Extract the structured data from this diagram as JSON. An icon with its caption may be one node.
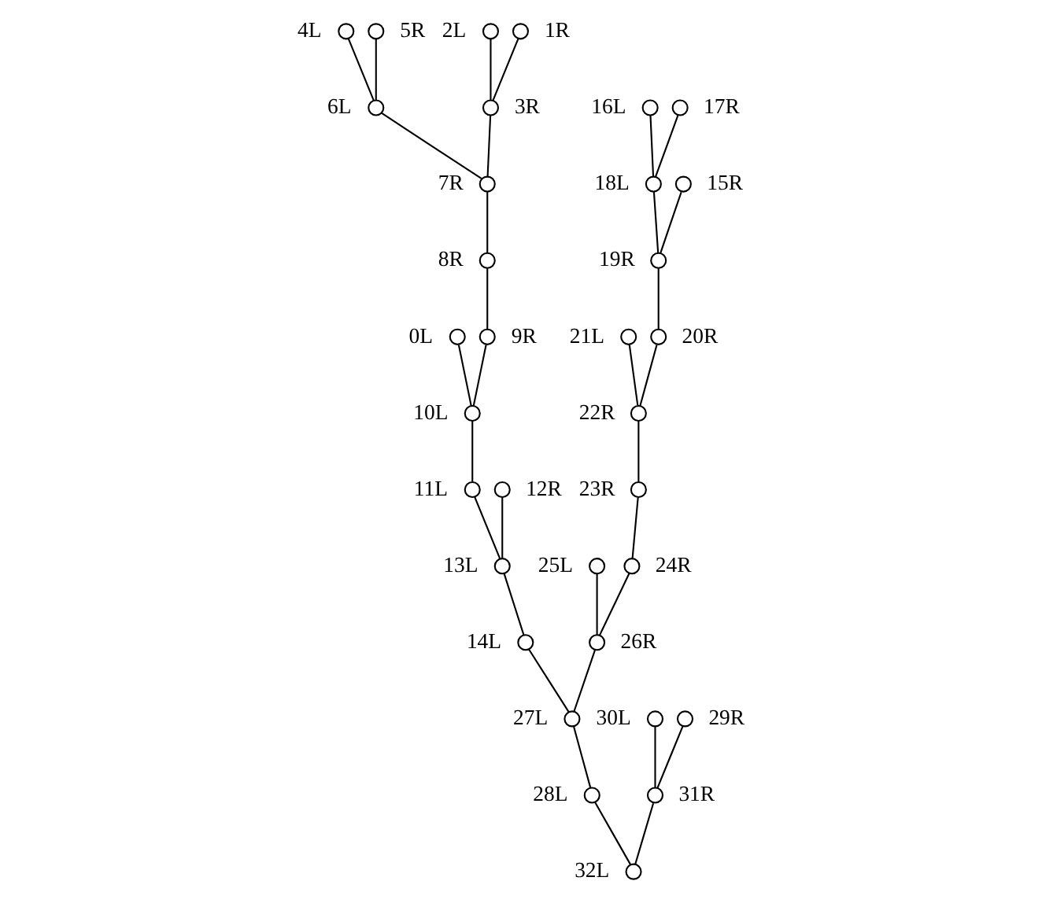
{
  "diagram": {
    "nodes": [
      {
        "text": [],
        "shape": "circle",
        "beside": [
          "0L"
        ]
      },
      {
        "text": [],
        "shape": "circle",
        "beside": [
          "1R"
        ]
      },
      {
        "text": [],
        "shape": "circle",
        "beside": [
          "2L"
        ]
      },
      {
        "text": [],
        "shape": "circle",
        "beside": [
          "3R"
        ]
      },
      {
        "text": [],
        "shape": "circle",
        "beside": [
          "4L"
        ]
      },
      {
        "text": [],
        "shape": "circle",
        "beside": [
          "5R"
        ]
      },
      {
        "text": [],
        "shape": "circle",
        "beside": [
          "6L"
        ]
      },
      {
        "text": [],
        "shape": "circle",
        "beside": [
          "7R"
        ]
      },
      {
        "text": [],
        "shape": "circle",
        "beside": [
          "8R"
        ]
      },
      {
        "text": [],
        "shape": "circle",
        "beside": [
          "9R"
        ]
      },
      {
        "text": [],
        "shape": "circle",
        "beside": [
          "10L"
        ]
      },
      {
        "text": [],
        "shape": "circle",
        "beside": [
          "11L"
        ]
      },
      {
        "text": [],
        "shape": "circle",
        "beside": [
          "12R"
        ]
      },
      {
        "text": [],
        "shape": "circle",
        "beside": [
          "13L"
        ]
      },
      {
        "text": [],
        "shape": "circle",
        "beside": [
          "14L"
        ]
      },
      {
        "text": [],
        "shape": "circle",
        "beside": [
          "15R"
        ]
      },
      {
        "text": [],
        "shape": "circle",
        "beside": [
          "16L"
        ]
      },
      {
        "text": [],
        "shape": "circle",
        "beside": [
          "17R"
        ]
      },
      {
        "text": [],
        "shape": "circle",
        "beside": [
          "18L"
        ]
      },
      {
        "text": [],
        "shape": "circle",
        "beside": [
          "19R"
        ]
      },
      {
        "text": [],
        "shape": "circle",
        "beside": [
          "20R"
        ]
      },
      {
        "text": [],
        "shape": "circle",
        "beside": [
          "21L"
        ]
      },
      {
        "text": [],
        "shape": "circle",
        "beside": [
          "22R"
        ]
      },
      {
        "text": [],
        "shape": "circle",
        "beside": [
          "23R"
        ]
      },
      {
        "text": [],
        "shape": "circle",
        "beside": [
          "24R"
        ]
      },
      {
        "text": [],
        "shape": "circle",
        "beside": [
          "25L"
        ]
      },
      {
        "text": [],
        "shape": "circle",
        "beside": [
          "26R"
        ]
      },
      {
        "text": [],
        "shape": "circle",
        "beside": [
          "27L"
        ]
      },
      {
        "text": [],
        "shape": "circle",
        "beside": [
          "28L"
        ]
      },
      {
        "text": [],
        "shape": "circle",
        "beside": [
          "29R"
        ]
      },
      {
        "text": [],
        "shape": "circle",
        "beside": [
          "30L"
        ]
      },
      {
        "text": [],
        "shape": "circle",
        "beside": [
          "31R"
        ]
      },
      {
        "text": [],
        "shape": "circle",
        "beside": [
          "32L"
        ]
      }
    ],
    "edges": [
      {
        "from": 32,
        "to": 28,
        "arrow": "none"
      },
      {
        "from": 32,
        "to": 31,
        "arrow": "none"
      },
      {
        "from": 31,
        "to": 30,
        "arrow": "none"
      },
      {
        "from": 31,
        "to": 29,
        "arrow": "none"
      },
      {
        "from": 28,
        "to": 27,
        "arrow": "none"
      },
      {
        "from": 27,
        "to": 14,
        "arrow": "none"
      },
      {
        "from": 27,
        "to": 26,
        "arrow": "none"
      },
      {
        "from": 26,
        "to": 25,
        "arrow": "none"
      },
      {
        "from": 26,
        "to": 24,
        "arrow": "none"
      },
      {
        "from": 14,
        "to": 13,
        "arrow": "none"
      },
      {
        "from": 13,
        "to": 11,
        "arrow": "none"
      },
      {
        "from": 13,
        "to": 12,
        "arrow": "none"
      },
      {
        "from": 11,
        "to": 10,
        "arrow": "none"
      },
      {
        "from": 10,
        "to": 0,
        "arrow": "none"
      },
      {
        "from": 10,
        "to": 9,
        "arrow": "none"
      },
      {
        "from": 9,
        "to": 8,
        "arrow": "none"
      },
      {
        "from": 8,
        "to": 7,
        "arrow": "none"
      },
      {
        "from": 7,
        "to": 6,
        "arrow": "none"
      },
      {
        "from": 7,
        "to": 3,
        "arrow": "none"
      },
      {
        "from": 6,
        "to": 4,
        "arrow": "none"
      },
      {
        "from": 6,
        "to": 5,
        "arrow": "none"
      },
      {
        "from": 3,
        "to": 2,
        "arrow": "none"
      },
      {
        "from": 3,
        "to": 1,
        "arrow": "none"
      },
      {
        "from": 24,
        "to": 23,
        "arrow": "none"
      },
      {
        "from": 23,
        "to": 22,
        "arrow": "none"
      },
      {
        "from": 22,
        "to": 21,
        "arrow": "none"
      },
      {
        "from": 22,
        "to": 20,
        "arrow": "none"
      },
      {
        "from": 20,
        "to": 19,
        "arrow": "none"
      },
      {
        "from": 19,
        "to": 18,
        "arrow": "none"
      },
      {
        "from": 19,
        "to": 15,
        "arrow": "none"
      },
      {
        "from": 18,
        "to": 16,
        "arrow": "none"
      },
      {
        "from": 18,
        "to": 17,
        "arrow": "none"
      }
    ]
  }
}
